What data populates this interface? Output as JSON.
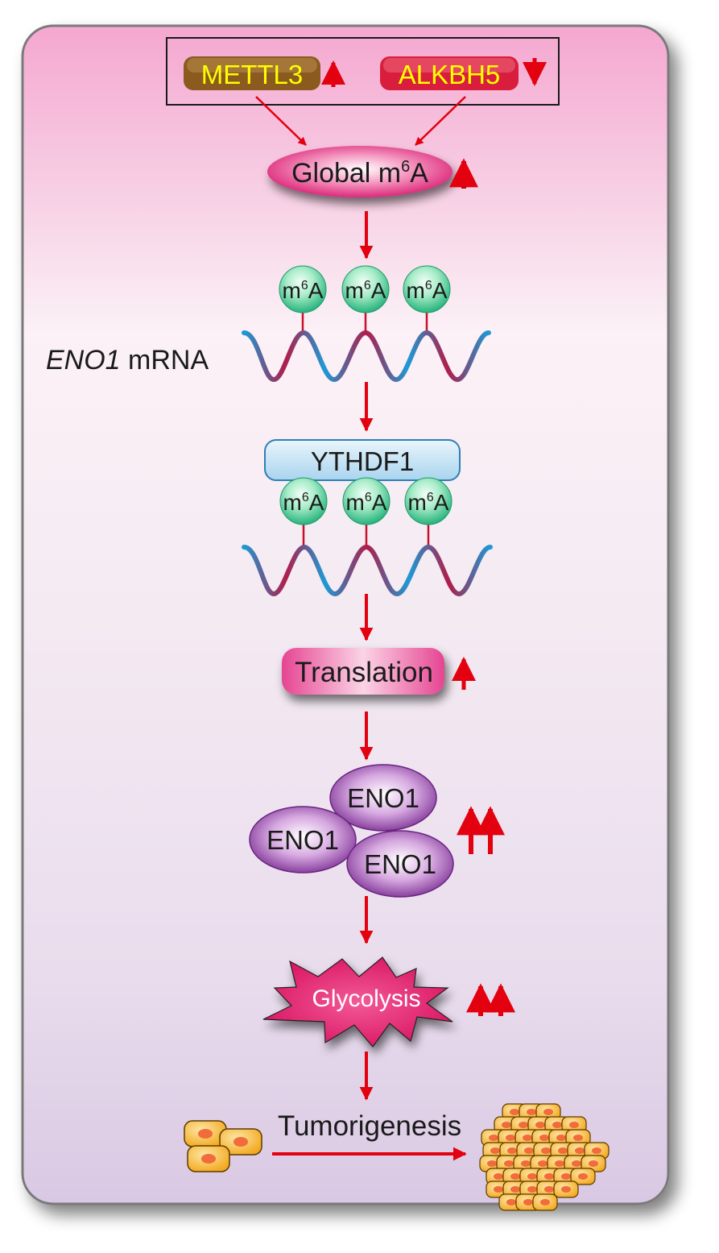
{
  "regulators": {
    "writer": "METTL3",
    "eraser": "ALKBH5"
  },
  "global_m6a": {
    "prefix": "Global m",
    "superscript": "6",
    "suffix": "A"
  },
  "m6a_badge": {
    "base": "m",
    "superscript": "6",
    "suffix": "A"
  },
  "mrna_label": {
    "gene": "ENO1",
    "suffix": " mRNA"
  },
  "reader": "YTHDF1",
  "translation": "Translation",
  "protein": {
    "labels": [
      "ENO1",
      "ENO1",
      "ENO1"
    ]
  },
  "glycolysis": "Glycolysis",
  "outcome": "Tumorigenesis",
  "colors": {
    "arrow": "#e3000f",
    "writer_fill": "#8a5a1e",
    "writer_text": "#ffff00",
    "eraser_fill": "#d81e3c",
    "eraser_text": "#ffff00",
    "global_fill": "#e21f7a",
    "m6a_fill": "#2dbf85",
    "reader_fill": "#bfe0f2",
    "translation_fill": "#e8559a",
    "protein_fill": "#8e3fa0",
    "glycolysis_fill": "#e21f6c",
    "cell_fill": "#f5b52d",
    "panel_top": "#f3a6cf",
    "panel_bottom": "#dccbe6"
  }
}
